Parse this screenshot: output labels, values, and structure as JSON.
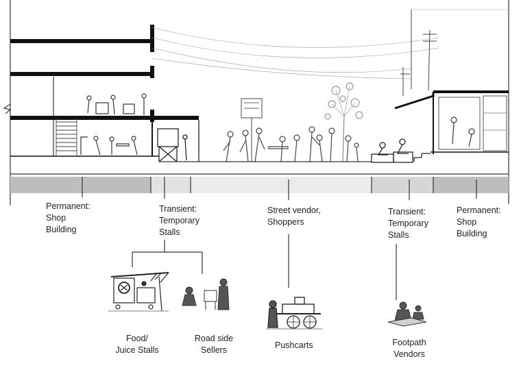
{
  "zones": [
    {
      "lines": [
        "Permanent:",
        "Shop",
        "Building"
      ]
    },
    {
      "lines": [
        "Transient:",
        "Temporary",
        "Stalls"
      ]
    },
    {
      "lines": [
        "Street vendor,",
        "Shoppers"
      ]
    },
    {
      "lines": [
        "Transient:",
        "Temporary",
        "Stalls"
      ]
    },
    {
      "lines": [
        "Permanent:",
        "Shop",
        "Building"
      ]
    }
  ],
  "vendor_types": [
    {
      "lines": [
        "Food/",
        "Juice Stalls"
      ]
    },
    {
      "lines": [
        "Road side",
        "Sellers"
      ]
    },
    {
      "lines": [
        "Pushcarts"
      ]
    },
    {
      "lines": [
        "Footpath",
        "Vendors"
      ]
    }
  ],
  "colors": {
    "ink": "#1a1a1a",
    "sketch": "#555555",
    "band_dark": "#bdbdbd",
    "band_light": "#e2e2e2",
    "band_mid": "#cfcfcf"
  }
}
